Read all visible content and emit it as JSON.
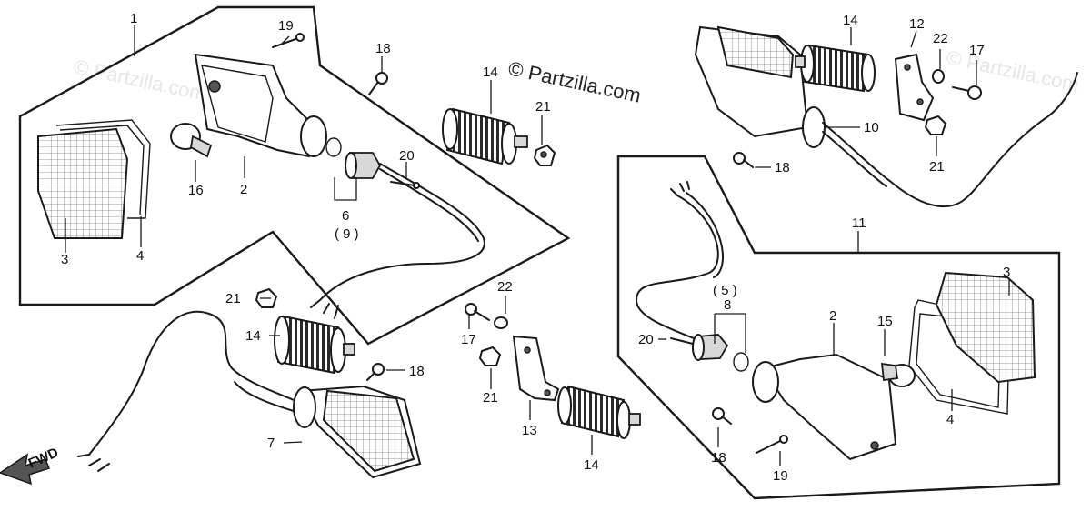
{
  "watermark": {
    "main": "© Partzilla.com",
    "faint_left": "© Partzilla.com",
    "faint_right": "© Partzilla.com"
  },
  "direction": {
    "label": "FWD"
  },
  "assembly_labels": {
    "left_front": "1",
    "right_front": "11"
  },
  "callouts": {
    "c1": "1",
    "c2a": "2",
    "c2b": "2",
    "c3a": "3",
    "c3b": "3",
    "c4a": "4",
    "c4b": "4",
    "c6": "6",
    "c9": "( 9 )",
    "c5": "( 5 )",
    "c8": "8",
    "c7": "7",
    "c10": "10",
    "c11": "11",
    "c12": "12",
    "c13": "13",
    "c14a": "14",
    "c14b": "14",
    "c14c": "14",
    "c14d": "14",
    "c15": "15",
    "c16": "16",
    "c17a": "17",
    "c17b": "17",
    "c18a": "18",
    "c18b": "18",
    "c18c": "18",
    "c18d": "18",
    "c19a": "19",
    "c19b": "19",
    "c20a": "20",
    "c20b": "20",
    "c21a": "21",
    "c21b": "21",
    "c21c": "21",
    "c21d": "21",
    "c22a": "22",
    "c22b": "22"
  }
}
